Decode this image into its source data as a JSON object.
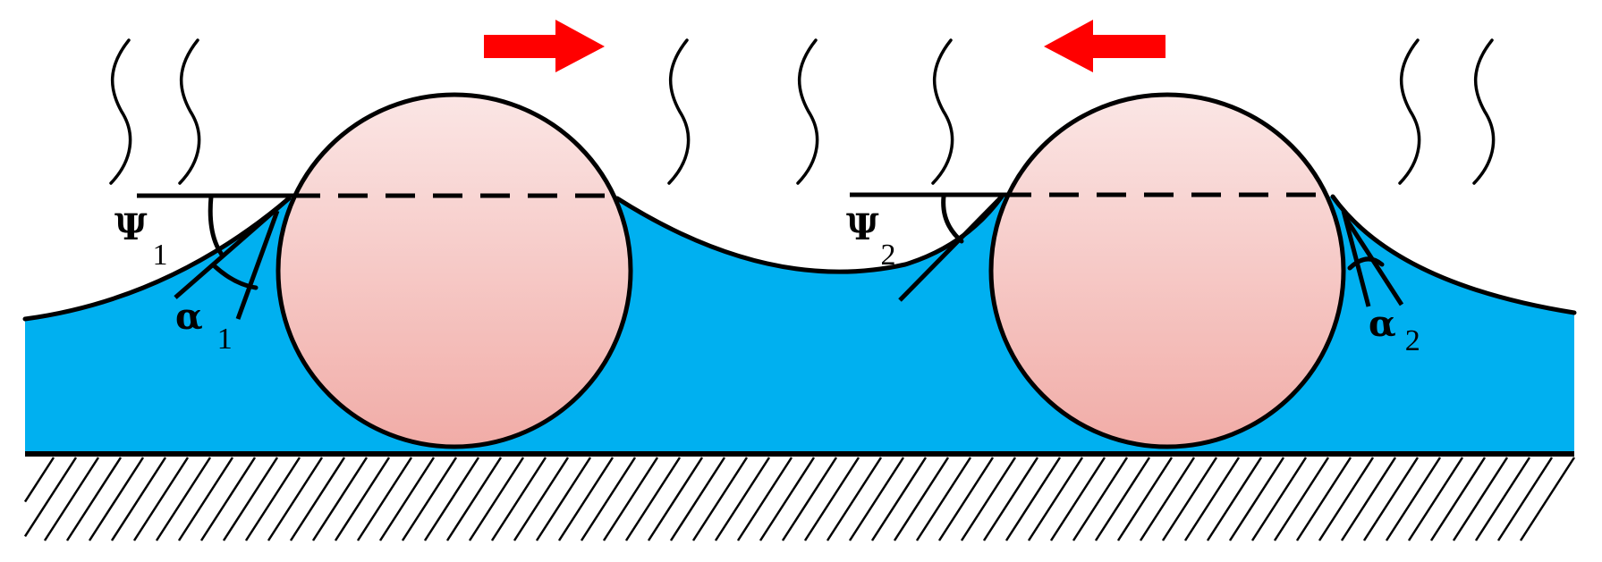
{
  "colors": {
    "liquid": "#00B0F0",
    "particle_top": "#FBE6E5",
    "particle_bottom": "#F1ACA7",
    "arrow": "#FF0000",
    "line": "#000000"
  },
  "labels": {
    "psi1": {
      "symbol": "Ψ",
      "subscript": "1"
    },
    "alpha1": {
      "symbol": "α",
      "subscript": "1"
    },
    "psi2": {
      "symbol": "Ψ",
      "subscript": "2"
    },
    "alpha2": {
      "symbol": "α",
      "subscript": "2"
    }
  },
  "arrows": [
    {
      "direction": "right",
      "meaning": "motion-arrow"
    },
    {
      "direction": "left",
      "meaning": "motion-arrow"
    }
  ]
}
